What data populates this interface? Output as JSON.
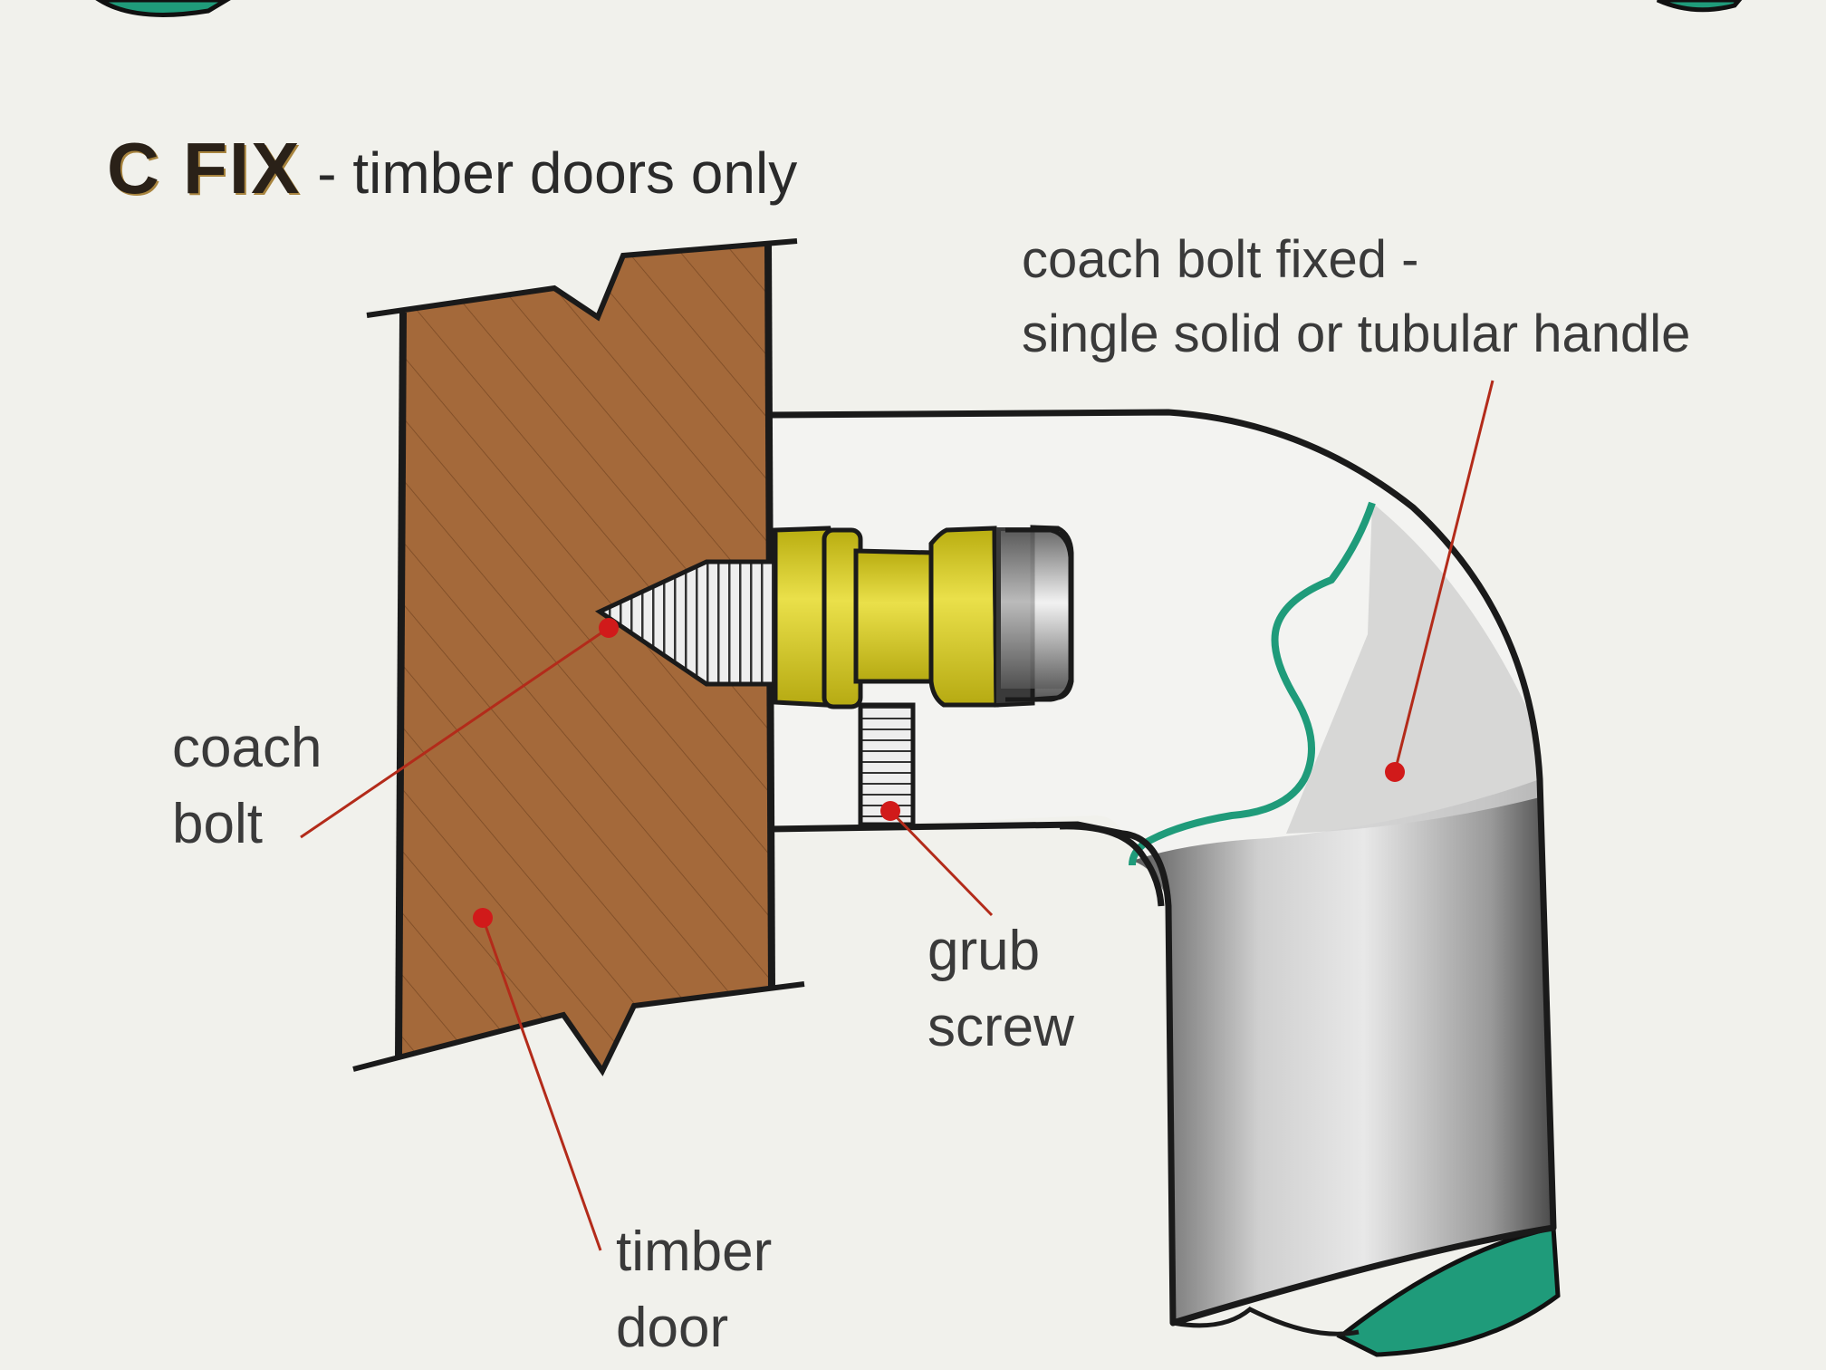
{
  "title": {
    "main": "C FIX",
    "dash": " - ",
    "subtitle": "timber doors only"
  },
  "callouts": {
    "handle_line1": "coach bolt fixed -",
    "handle_line2": "single solid or tubular handle",
    "coach_bolt_line1": "coach",
    "coach_bolt_line2": "bolt",
    "grub_line1": "grub",
    "grub_line2": "screw",
    "timber_line1": "timber",
    "timber_line2": "door"
  },
  "colors": {
    "background": "#f1f1ec",
    "timber": "#a4693a",
    "bolt_body": "#dcd025",
    "handle_grey": "#b8b8b8",
    "handle_green": "#1f9b7a",
    "callout_dot": "#d11a1a",
    "callout_line": "#b32b1a",
    "outline": "#1a1a1a"
  }
}
